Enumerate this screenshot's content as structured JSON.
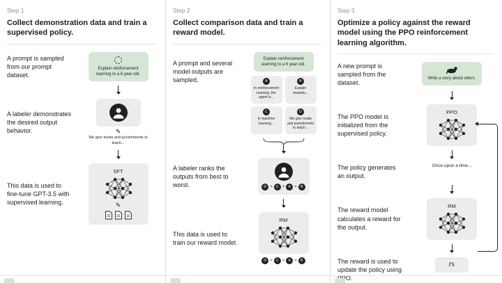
{
  "colors": {
    "prompt_box_green": "#d5e7d4",
    "model_box_gray": "#ececec",
    "text": "#202123",
    "step_label": "#8e8ea0",
    "divider": "#dcdce2"
  },
  "icons": {
    "quill_glyph": "✎"
  },
  "step1": {
    "label": "Step 1",
    "title": "Collect demonstration data and train a supervised policy.",
    "row1": {
      "text": "A prompt is sampled from our prompt dataset.",
      "box": "Explain reinforcement learning to a 6 year old."
    },
    "row2": {
      "text": "A labeler demonstrates the desired output behavior.",
      "caption": "We give treats and punishments to teach..."
    },
    "row3": {
      "text": "This data is used to fine-tune GPT-3.5 with supervised learning.",
      "box_label": "SFT"
    }
  },
  "step2": {
    "label": "Step 2",
    "title": "Collect comparison data and train a reward model.",
    "row1": {
      "text": "A prompt and several model outputs are sampled.",
      "box": "Explain reinforcement learning to a 6 year old.",
      "outputs": [
        {
          "id": "A",
          "text": "In reinforcement learning, the agent is..."
        },
        {
          "id": "B",
          "text": "Explain rewards..."
        },
        {
          "id": "C",
          "text": "In machine learning..."
        },
        {
          "id": "D",
          "text": "We give treats and punishments to teach..."
        }
      ]
    },
    "row2": {
      "text": "A labeler ranks the outputs from best to worst."
    },
    "row3": {
      "text": "This data is used to train our reward model.",
      "box_label": "RM"
    },
    "ranking": {
      "items": [
        "D",
        "C",
        "A",
        "B"
      ],
      "seps": [
        ">",
        ">",
        "="
      ]
    }
  },
  "step3": {
    "label": "Step 3",
    "title": "Optimize a policy against the reward model using the PPO reinforcement learning algorithm.",
    "row1": {
      "text": "A new prompt is sampled from the dataset.",
      "box": "Write a story about otters."
    },
    "row2": {
      "text": "The PPO model is initialized from the supervised policy.",
      "box_label": "PPO"
    },
    "row3": {
      "text": "The policy generates an output.",
      "output": "Once upon a time..."
    },
    "row4": {
      "text": "The reward model calculates a reward for the output.",
      "box_label": "RM"
    },
    "row5": {
      "text": "The reward is used to update the policy using PPO.",
      "reward_base": "r",
      "reward_sub": "k"
    }
  }
}
